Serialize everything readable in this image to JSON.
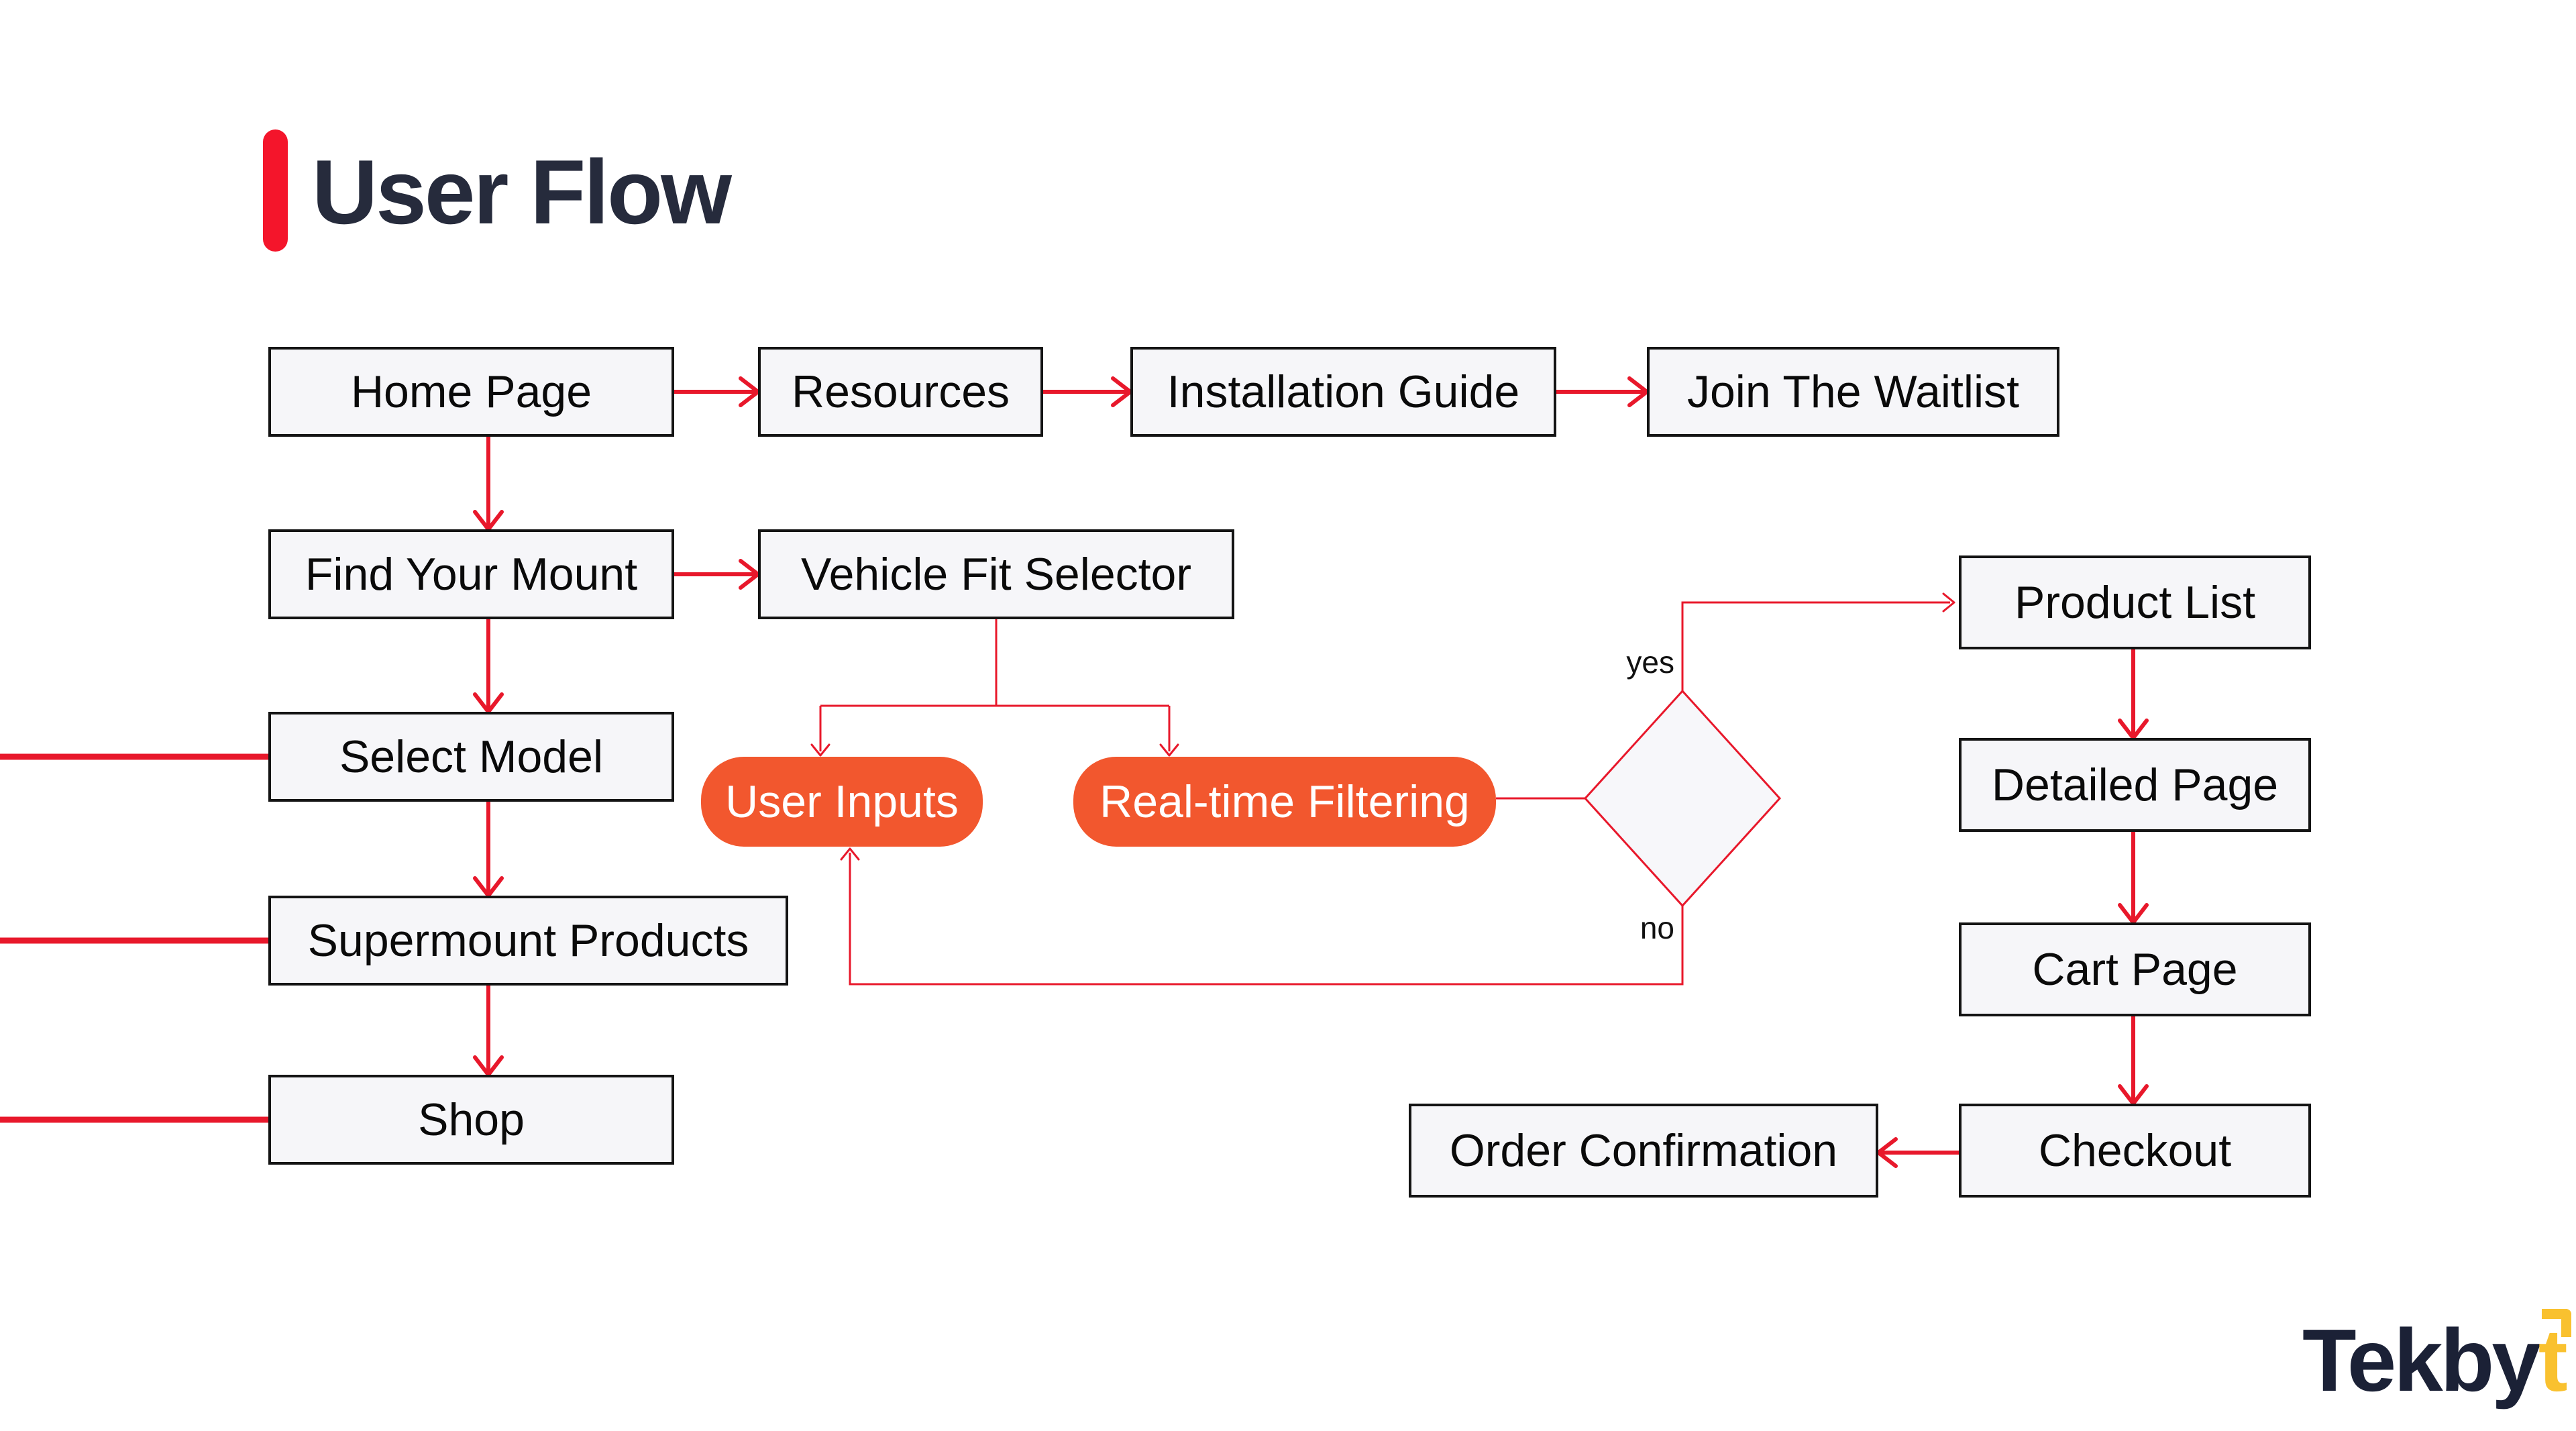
{
  "slide": {
    "title": "User Flow"
  },
  "nodes": {
    "home": "Home Page",
    "resources": "Resources",
    "installation_guide": "Installation Guide",
    "join_waitlist": "Join The Waitlist",
    "find_your_mount": "Find Your Mount",
    "vehicle_fit_selector": "Vehicle Fit Selector",
    "select_model": "Select Model",
    "supermount_products": "Supermount Products",
    "shop": "Shop",
    "user_inputs": "User Inputs",
    "realtime_filtering": "Real-time Filtering",
    "product_list": "Product List",
    "detailed_page": "Detailed Page",
    "cart_page": "Cart Page",
    "checkout": "Checkout",
    "order_confirmation": "Order Confirmation"
  },
  "labels": {
    "yes": "yes",
    "no": "no"
  },
  "logo": {
    "main": "Tekby",
    "accent": "t"
  },
  "colors": {
    "arrow_red": "#E8182B",
    "title_bar_red": "#F4152B",
    "pill_orange": "#F2572E",
    "node_fill": "#F6F6F9",
    "node_border": "#141414",
    "title_text": "#262B3C",
    "logo_navy": "#1B2136",
    "logo_yellow": "#F9C12F"
  }
}
